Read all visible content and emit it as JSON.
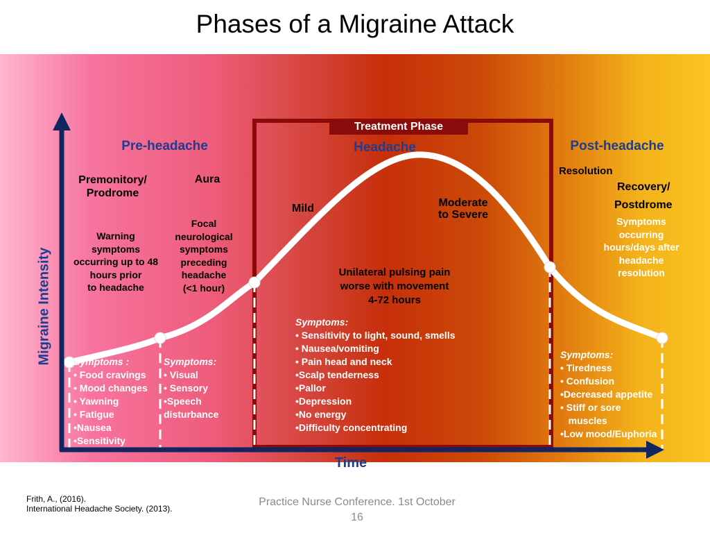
{
  "title": "Phases of a Migraine Attack",
  "colors": {
    "axis": "#12255e",
    "treatment_box": "#8b0a0a",
    "heading": "#1f3d8f",
    "curve": "#ffffff"
  },
  "treatment_label": "Treatment Phase",
  "axes": {
    "y_label": "Migraine Intensity",
    "x_label": "Time"
  },
  "phases": {
    "pre": "Pre-headache",
    "headache": "Headache",
    "post": "Post-headache"
  },
  "premonitory": {
    "title_line1": "Premonitory/",
    "title_line2": "Prodrome",
    "desc": [
      "Warning",
      "symptoms",
      "occurring up to 48",
      "hours prior",
      "to headache"
    ],
    "symptoms_title": "Symptoms :",
    "symptoms": [
      "• Food cravings",
      "• Mood changes",
      "• Yawning",
      "• Fatigue",
      "•Nausea",
      "•Sensitivity"
    ]
  },
  "aura": {
    "title": "Aura",
    "desc": [
      "Focal",
      "neurological",
      "symptoms",
      "preceding",
      "headache",
      "(<1 hour)"
    ],
    "symptoms_title": "Symptoms:",
    "symptoms": [
      "• Visual",
      "• Sensory",
      "•Speech",
      "disturbance"
    ]
  },
  "headache": {
    "mild": "Mild",
    "moderate_line1": "Moderate",
    "moderate_line2": "to Severe",
    "desc": [
      "Unilateral pulsing pain",
      "worse with movement",
      "4-72 hours"
    ],
    "symptoms_title": "Symptoms:",
    "symptoms": [
      "• Sensitivity to light, sound, smells",
      "• Nausea/vomiting",
      "• Pain head and neck",
      "•Scalp tenderness",
      "•Pallor",
      "•Depression",
      "•No energy",
      "•Difficulty concentrating"
    ]
  },
  "post": {
    "resolution": "Resolution",
    "recovery_line1": "Recovery/",
    "recovery_line2": "Postdrome",
    "desc": [
      "Symptoms",
      "occurring",
      "hours/days after",
      "headache",
      "resolution"
    ],
    "symptoms_title": "Symptoms:",
    "symptoms": [
      "• Tiredness",
      "• Confusion",
      "•Decreased appetite",
      "• Stiff or sore",
      "   muscles",
      "•Low mood/Euphoria"
    ]
  },
  "footer": {
    "refs": [
      "Frith, A., (2016).",
      "International Headache Society. (2013)."
    ],
    "conference": "Practice Nurse Conference. 1st October",
    "page": "16"
  }
}
